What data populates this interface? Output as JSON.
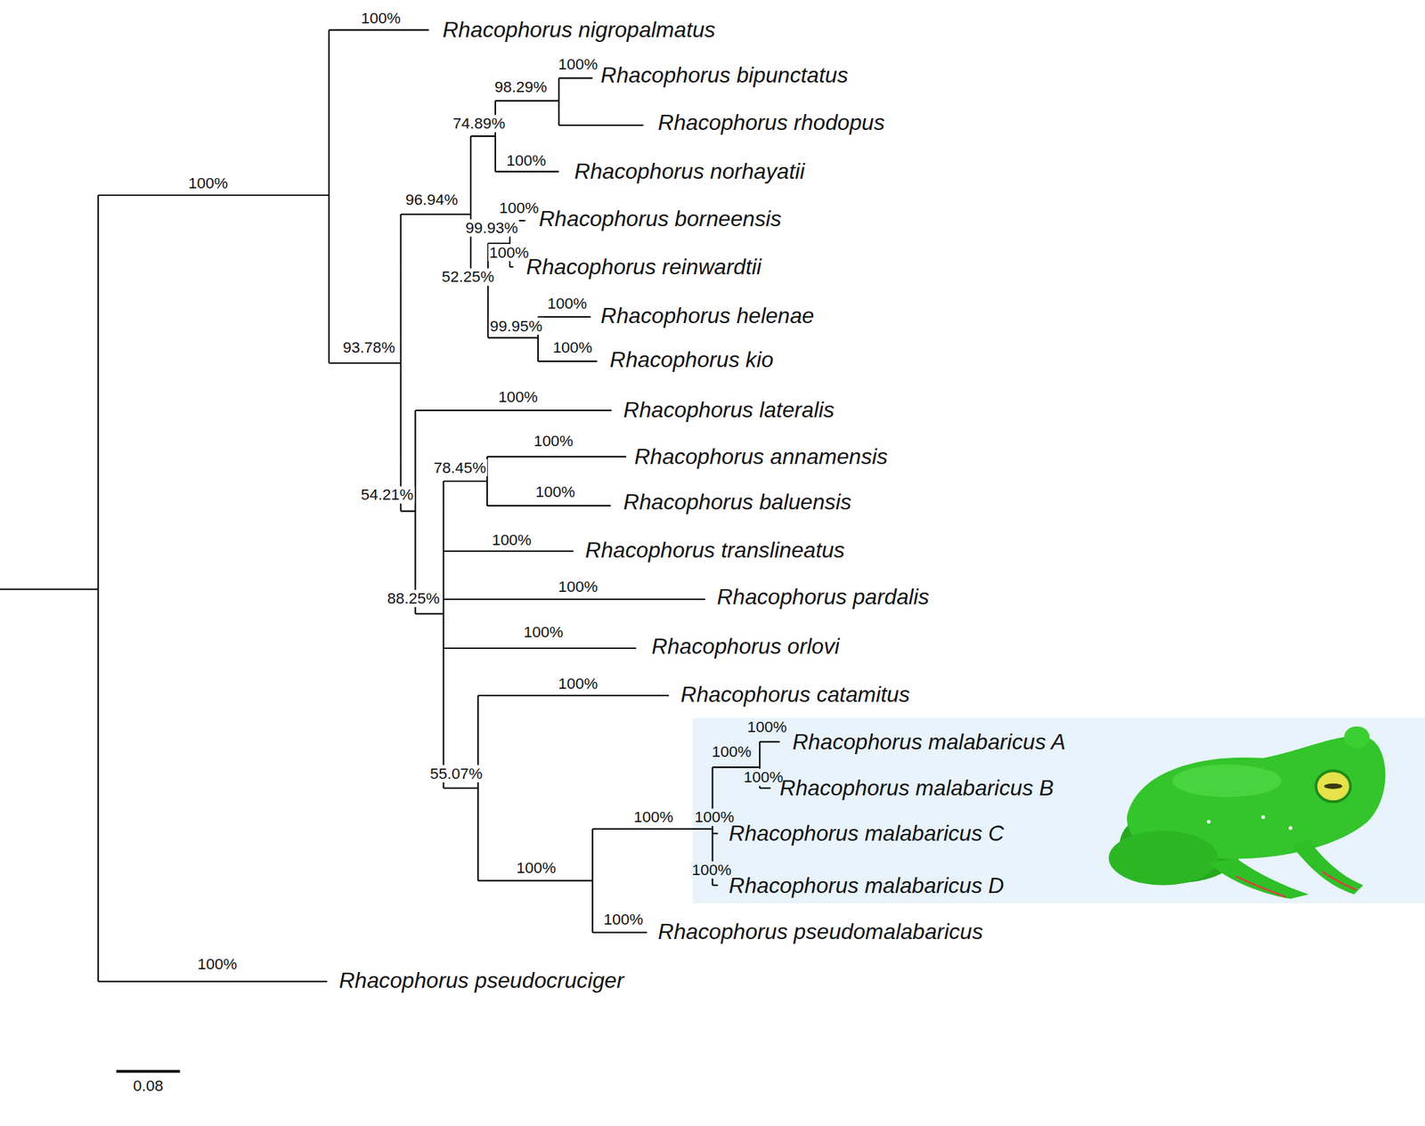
{
  "diagram": {
    "nodes": [
      {
        "text": [
          "Rhacophorus malabaricus A",
          "Rhacophorus malabaricus B",
          "Rhacophorus malabaricus C",
          "Rhacophorus malabaricus D"
        ]
      }
    ],
    "labels": [
      "100%",
      "Rhacophorus nigropalmatus",
      "100%",
      "Rhacophorus bipunctatus",
      "98.29%",
      "Rhacophorus rhodopus",
      "74.89%",
      "100%",
      "Rhacophorus norhayatii",
      "100%",
      "96.94%",
      "100%",
      "Rhacophorus borneensis",
      "99.93%",
      "100%",
      "Rhacophorus reinwardtii",
      "52.25%",
      "100%",
      "Rhacophorus helenae",
      "99.95%",
      "100%",
      "93.78%",
      "Rhacophorus kio",
      "100%",
      "Rhacophorus lateralis",
      "100%",
      "Rhacophorus annamensis",
      "78.45%",
      "54.21%",
      "100%",
      "Rhacophorus baluensis",
      "100%",
      "Rhacophorus translineatus",
      "100%",
      "Rhacophorus pardalis",
      "88.25%",
      "100%",
      "Rhacophorus orlovi",
      "100%",
      "Rhacophorus catamitus",
      "100%",
      "100%",
      "55.07%",
      "100%",
      "100%",
      "100%",
      "100%",
      "100%",
      "100%",
      "Rhacophorus pseudomalabaricus",
      "100%",
      "Rhacophorus pseudocruciger",
      "0.08"
    ]
  }
}
